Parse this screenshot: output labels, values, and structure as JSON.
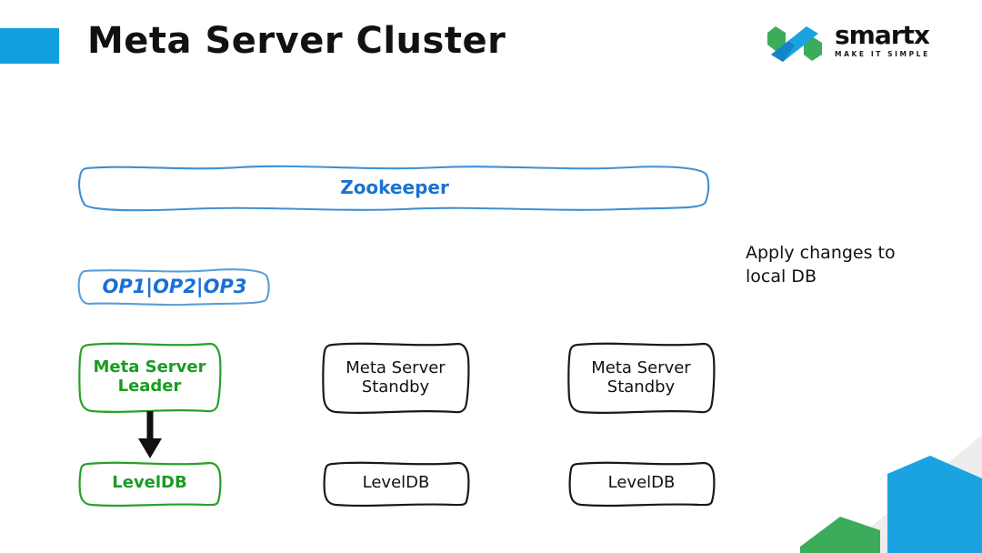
{
  "slide": {
    "title": "Meta Server Cluster",
    "accent_color": "#119fdf",
    "background": "#ffffff"
  },
  "logo": {
    "name": "smartx-logo",
    "word": "smartx",
    "tagline": "MAKE IT SIMPLE",
    "mark_colors": {
      "green": "#3cab5a",
      "blue": "#1aa3e0",
      "blue_dark": "#1583c8"
    }
  },
  "diagram": {
    "coordinator": {
      "label": "Zookeeper",
      "border_color": "#3f8fd4",
      "text_color": "#1a73d0"
    },
    "operations": {
      "label": "OP1|OP2|OP3",
      "border_color": "#5a9ddb",
      "text_color": "#1a6fd4"
    },
    "annotation": {
      "text": "Apply changes to\nlocal DB",
      "text_color": "#111111"
    },
    "nodes": [
      {
        "id": "leader",
        "server_label": "Meta Server\nLeader",
        "db_label": "LevelDB",
        "role": "leader",
        "border_color": "#2aa02a",
        "text_color": "#1a9c22",
        "has_arrow": true
      },
      {
        "id": "standby-1",
        "server_label": "Meta Server\nStandby",
        "db_label": "LevelDB",
        "role": "standby",
        "border_color": "#1a1a1a",
        "text_color": "#111111",
        "has_arrow": false
      },
      {
        "id": "standby-2",
        "server_label": "Meta Server\nStandby",
        "db_label": "LevelDB",
        "role": "standby",
        "border_color": "#1a1a1a",
        "text_color": "#111111",
        "has_arrow": false
      }
    ],
    "arrow": {
      "name": "apply-changes-arrow",
      "color": "#111111",
      "direction": "down"
    }
  },
  "decoration": {
    "corner_name": "corner-chevron-decoration",
    "colors": {
      "green": "#3cab5a",
      "grey": "#ededed",
      "blue": "#1aa3e0"
    }
  }
}
